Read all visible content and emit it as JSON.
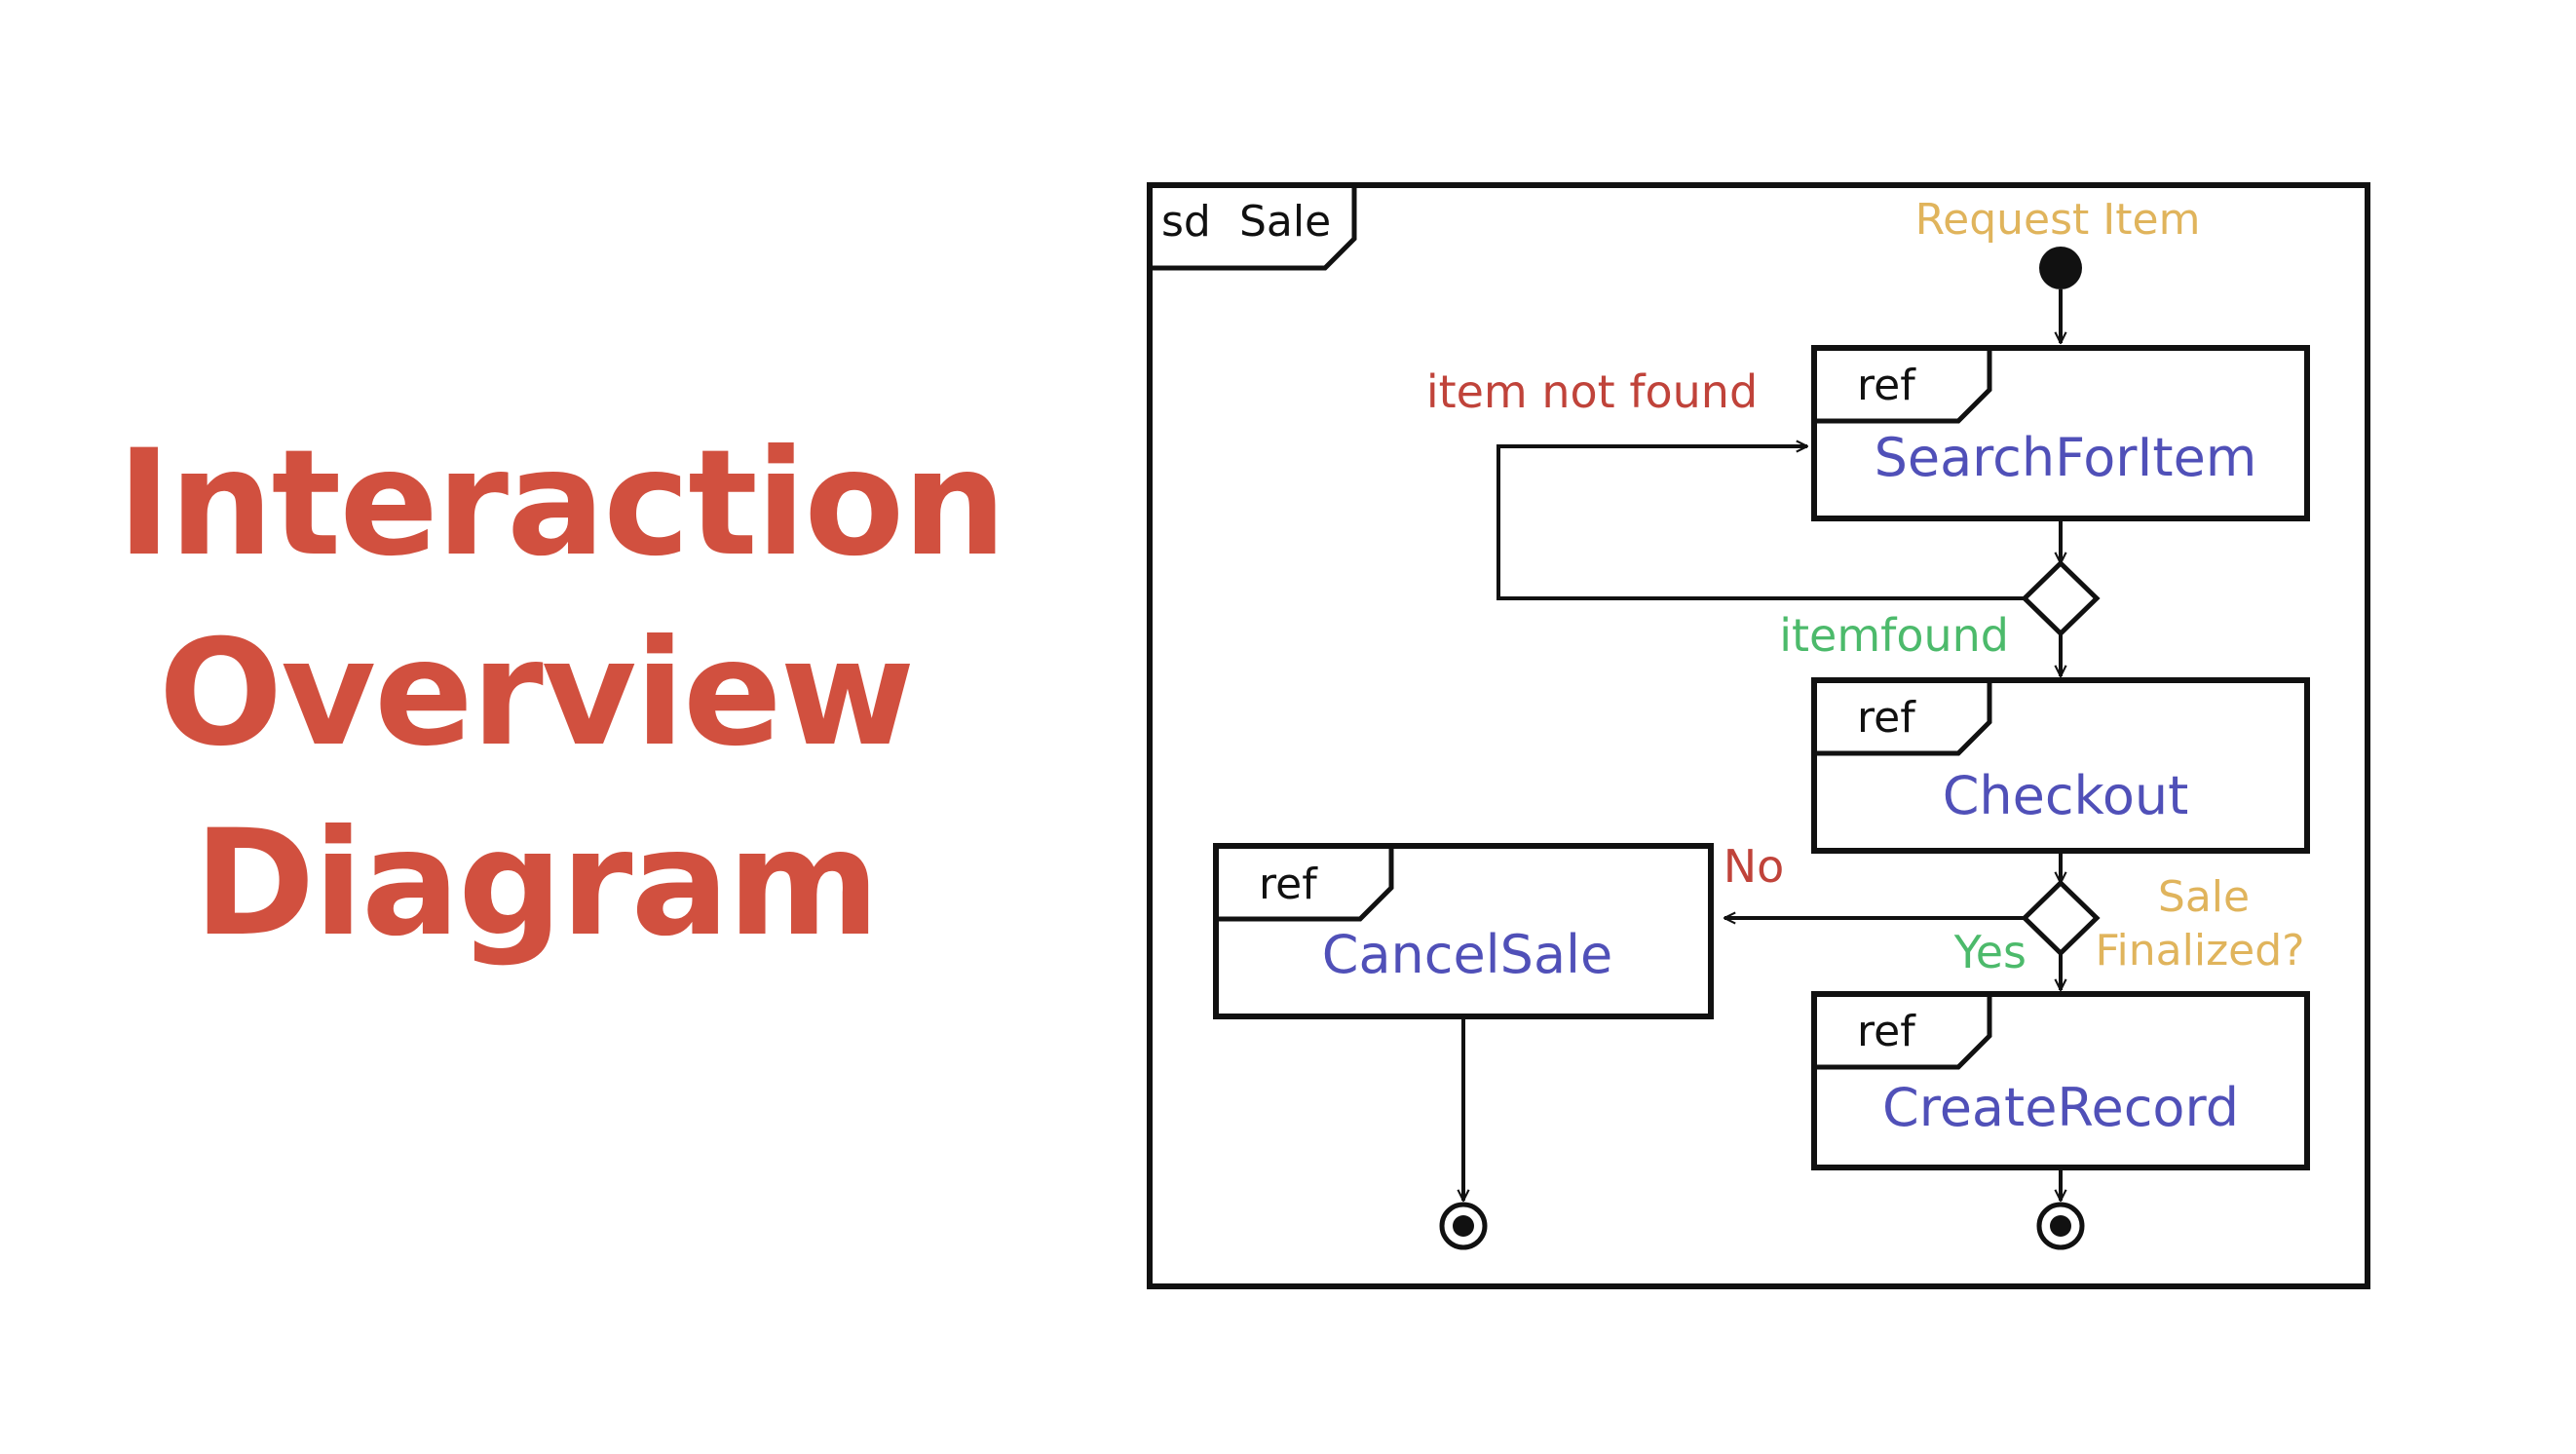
{
  "title": {
    "line1": "Interaction",
    "line2": "Overview",
    "line3": "Diagram"
  },
  "diagram": {
    "frame": {
      "keyword": "sd",
      "name": "Sale"
    },
    "start_label": "Request Item",
    "refs": {
      "search": {
        "tag": "ref",
        "name": "SearchForItem"
      },
      "checkout": {
        "tag": "ref",
        "name": "Checkout"
      },
      "cancel": {
        "tag": "ref",
        "name": "CancelSale"
      },
      "record": {
        "tag": "ref",
        "name": "CreateRecord"
      }
    },
    "guards": {
      "not_found": "item not found",
      "found": "itemfound",
      "no": "No",
      "yes": "Yes",
      "decision_line1": "Sale",
      "decision_line2": "Finalized?"
    }
  },
  "colors": {
    "title": "#d1503f",
    "ref_name": "#5050b8",
    "guard_red": "#c0433a",
    "guard_green": "#4cba6b",
    "guard_yellow": "#e0b45c"
  }
}
